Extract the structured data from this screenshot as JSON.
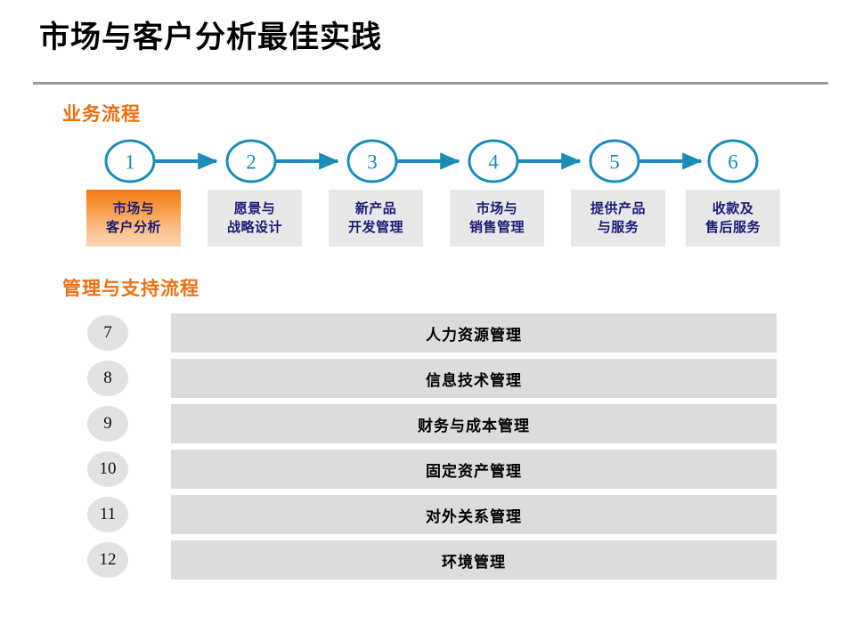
{
  "slide": {
    "title": "市场与客户分析最佳实践",
    "divider_color": "#9b9b9b"
  },
  "theme": {
    "accent_orange": "#ee7014",
    "flow_teal": "#1b8cb8",
    "box_navy": "#1b1b78",
    "box_gray": "#e8e8e8",
    "bar_gray": "#dcdcdc",
    "badge_gray": "#e2e2e2"
  },
  "business_flow": {
    "heading": "业务流程",
    "steps": [
      {
        "number": "1",
        "line1": "市场与",
        "line2": "客户分析",
        "active": true
      },
      {
        "number": "2",
        "line1": "愿景与",
        "line2": "战略设计",
        "active": false
      },
      {
        "number": "3",
        "line1": "新产品",
        "line2": "开发管理",
        "active": false
      },
      {
        "number": "4",
        "line1": "市场与",
        "line2": "销售管理",
        "active": false
      },
      {
        "number": "5",
        "line1": "提供产品",
        "line2": "与服务",
        "active": false
      },
      {
        "number": "6",
        "line1": "收款及",
        "line2": "售后服务",
        "active": false
      }
    ]
  },
  "support_flow": {
    "heading": "管理与支持流程",
    "rows": [
      {
        "number": "7",
        "label": "人力资源管理"
      },
      {
        "number": "8",
        "label": "信息技术管理"
      },
      {
        "number": "9",
        "label": "财务与成本管理"
      },
      {
        "number": "10",
        "label": "固定资产管理"
      },
      {
        "number": "11",
        "label": "对外关系管理"
      },
      {
        "number": "12",
        "label": "环境管理"
      }
    ]
  }
}
